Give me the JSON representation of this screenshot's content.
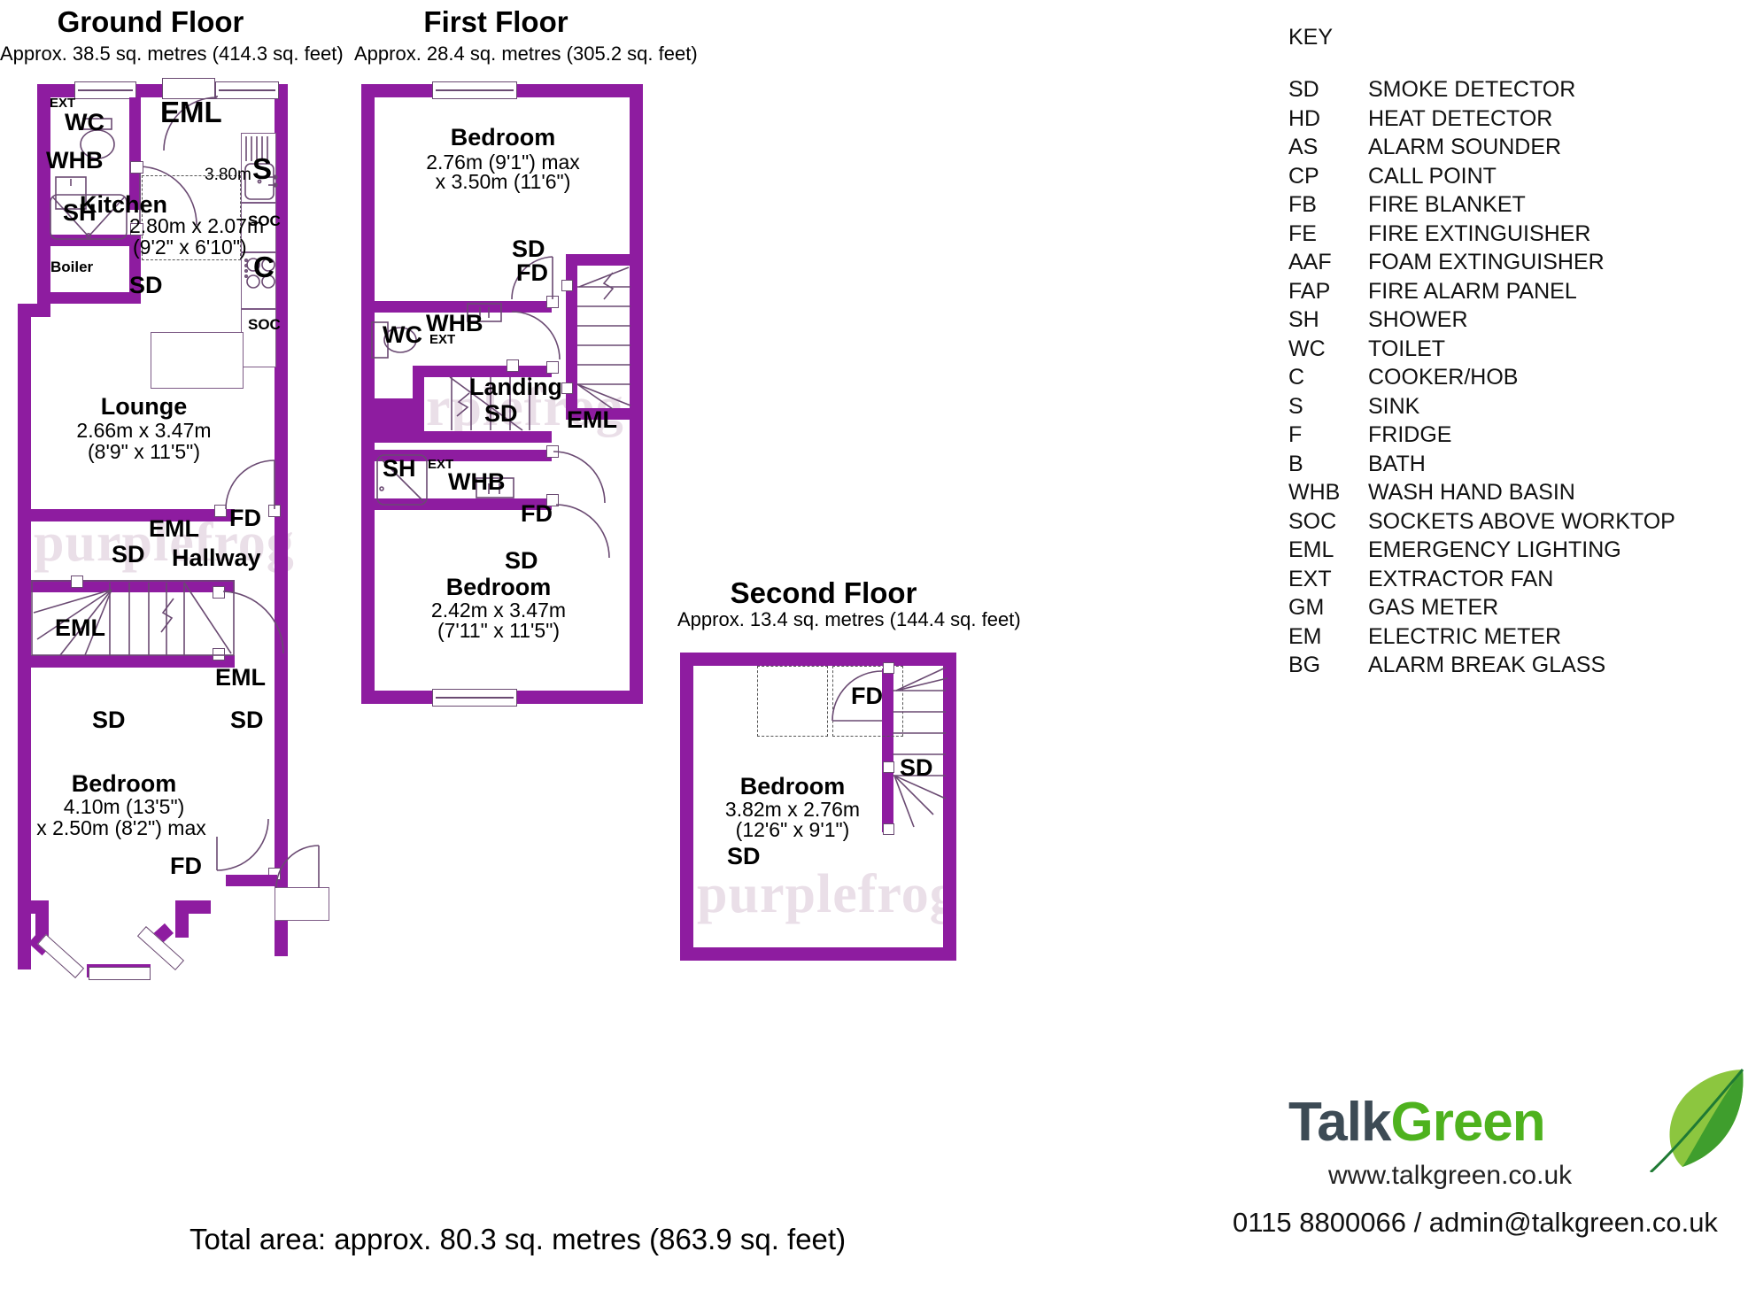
{
  "floors": [
    {
      "id": "ground",
      "title": "Ground Floor",
      "area": "Approx. 38.5 sq. metres (414.3 sq. feet)",
      "rooms": [
        {
          "name": "Kitchen",
          "dim_m": "2.80m x 2.07m",
          "dim_ft": "(9'2\" x 6'10\")"
        },
        {
          "name": "Lounge",
          "dim_m": "2.66m x 3.47m",
          "dim_ft": "(8'9\" x 11'5\")"
        },
        {
          "name": "Hallway",
          "dim_m": "",
          "dim_ft": ""
        },
        {
          "name": "Bedroom",
          "dim_m": "4.10m (13'5\")",
          "dim_ft": "x 2.50m (8'2\") max"
        }
      ],
      "markers": [
        "EXT",
        "WC",
        "WHB",
        "SH",
        "EML",
        "S",
        "SOC",
        "C",
        "SOC",
        "Boiler",
        "SD",
        "3.80m",
        "EML",
        "SD",
        "FD",
        "EML",
        "EML",
        "SD",
        "SD",
        "FD"
      ]
    },
    {
      "id": "first",
      "title": "First Floor",
      "area": "Approx. 28.4 sq. metres (305.2 sq. feet)",
      "rooms": [
        {
          "name": "Bedroom",
          "dim_m": "2.76m (9'1\") max",
          "dim_ft": "x 3.50m (11'6\")"
        },
        {
          "name": "Landing",
          "dim_m": "",
          "dim_ft": ""
        },
        {
          "name": "Bedroom",
          "dim_m": "2.42m x 3.47m",
          "dim_ft": "(7'11\" x 11'5\")"
        }
      ],
      "markers": [
        "SD",
        "FD",
        "WC",
        "WHB",
        "EXT",
        "SD",
        "EML",
        "SH",
        "EXT",
        "WHB",
        "FD",
        "SD"
      ]
    },
    {
      "id": "second",
      "title": "Second Floor",
      "area": "Approx. 13.4 sq. metres (144.4 sq. feet)",
      "rooms": [
        {
          "name": "Bedroom",
          "dim_m": "3.82m x 2.76m",
          "dim_ft": "(12'6\" x 9'1\")"
        }
      ],
      "markers": [
        "FD",
        "SD",
        "SD"
      ]
    }
  ],
  "ground": {
    "title": "Ground Floor",
    "area": "Approx. 38.5 sq. metres (414.3 sq. feet)",
    "kitchen": {
      "name": "Kitchen",
      "dim_m": "2.80m x 2.07m",
      "dim_ft": "(9'2\" x 6'10\")"
    },
    "lounge": {
      "name": "Lounge",
      "dim_m": "2.66m x 3.47m",
      "dim_ft": "(8'9\" x 11'5\")"
    },
    "hallway": {
      "name": "Hallway"
    },
    "bedroom": {
      "name": "Bedroom",
      "dim_m": "4.10m (13'5\")",
      "dim_ft": "x 2.50m (8'2\") max"
    },
    "labels": {
      "ext": "EXT",
      "wc": "WC",
      "whb": "WHB",
      "sh": "SH",
      "eml_kitchen": "EML",
      "sink": "S",
      "soc_top": "SOC",
      "cooker": "C",
      "soc_bottom": "SOC",
      "boiler": "Boiler",
      "sd_kitchen": "SD",
      "dim_380": "3.80m",
      "eml_hall": "EML",
      "sd_hall": "SD",
      "fd_hall": "FD",
      "eml_stairs": "EML",
      "eml_bed_right": "EML",
      "sd_bed": "SD",
      "sd_bed_right": "SD",
      "fd_bed": "FD"
    }
  },
  "first": {
    "title": "First Floor",
    "area": "Approx. 28.4 sq. metres (305.2 sq. feet)",
    "bedroom_top": {
      "name": "Bedroom",
      "dim_m": "2.76m (9'1\") max",
      "dim_ft": "x 3.50m (11'6\")"
    },
    "landing": {
      "name": "Landing"
    },
    "bedroom_bottom": {
      "name": "Bedroom",
      "dim_m": "2.42m x 3.47m",
      "dim_ft": "(7'11\" x 11'5\")"
    },
    "labels": {
      "sd_top": "SD",
      "fd_top": "FD",
      "wc": "WC",
      "whb_top": "WHB",
      "ext_top": "EXT",
      "sd_landing": "SD",
      "eml": "EML",
      "sh": "SH",
      "ext_bottom": "EXT",
      "whb_bottom": "WHB",
      "fd_bottom": "FD",
      "sd_bottom": "SD"
    }
  },
  "second": {
    "title": "Second Floor",
    "area": "Approx. 13.4 sq. metres (144.4 sq. feet)",
    "bedroom": {
      "name": "Bedroom",
      "dim_m": "3.82m x 2.76m",
      "dim_ft": "(12'6\" x 9'1\")"
    },
    "labels": {
      "fd": "FD",
      "sd_stairs": "SD",
      "sd_room": "SD"
    }
  },
  "key": {
    "title": "KEY",
    "items": [
      {
        "abbr": "SD",
        "desc": "SMOKE DETECTOR"
      },
      {
        "abbr": "HD",
        "desc": "HEAT DETECTOR"
      },
      {
        "abbr": "AS",
        "desc": "ALARM SOUNDER"
      },
      {
        "abbr": "CP",
        "desc": "CALL POINT"
      },
      {
        "abbr": "FB",
        "desc": "FIRE BLANKET"
      },
      {
        "abbr": "FE",
        "desc": "FIRE EXTINGUISHER"
      },
      {
        "abbr": "AAF",
        "desc": "FOAM EXTINGUISHER"
      },
      {
        "abbr": "FAP",
        "desc": "FIRE ALARM PANEL"
      },
      {
        "abbr": "SH",
        "desc": "SHOWER"
      },
      {
        "abbr": "WC",
        "desc": "TOILET"
      },
      {
        "abbr": "C",
        "desc": "COOKER/HOB"
      },
      {
        "abbr": "S",
        "desc": "SINK"
      },
      {
        "abbr": "F",
        "desc": "FRIDGE"
      },
      {
        "abbr": "B",
        "desc": "BATH"
      },
      {
        "abbr": "WHB",
        "desc": "WASH HAND BASIN"
      },
      {
        "abbr": "SOC",
        "desc": "SOCKETS ABOVE WORKTOP"
      },
      {
        "abbr": "EML",
        "desc": "EMERGENCY LIGHTING"
      },
      {
        "abbr": "EXT",
        "desc": "EXTRACTOR FAN"
      },
      {
        "abbr": "GM",
        "desc": "GAS METER"
      },
      {
        "abbr": "EM",
        "desc": "ELECTRIC METER"
      },
      {
        "abbr": "BG",
        "desc": "ALARM BREAK GLASS"
      }
    ]
  },
  "branding": {
    "logo_part1": "Talk",
    "logo_part2": "Green",
    "website": "www.talkgreen.co.uk",
    "contact": "0115 8800066 / admin@talkgreen.co.uk",
    "watermark": "purplefrog"
  },
  "footer": {
    "total_area": "Total area: approx. 80.3 sq. metres (863.9 sq. feet)"
  },
  "colors": {
    "wall": "#8e1ca0",
    "logo_dark": "#3d4b55",
    "logo_green": "#4eb21e",
    "leaf_light": "#8cc63f",
    "leaf_dark": "#1f8a3b"
  }
}
